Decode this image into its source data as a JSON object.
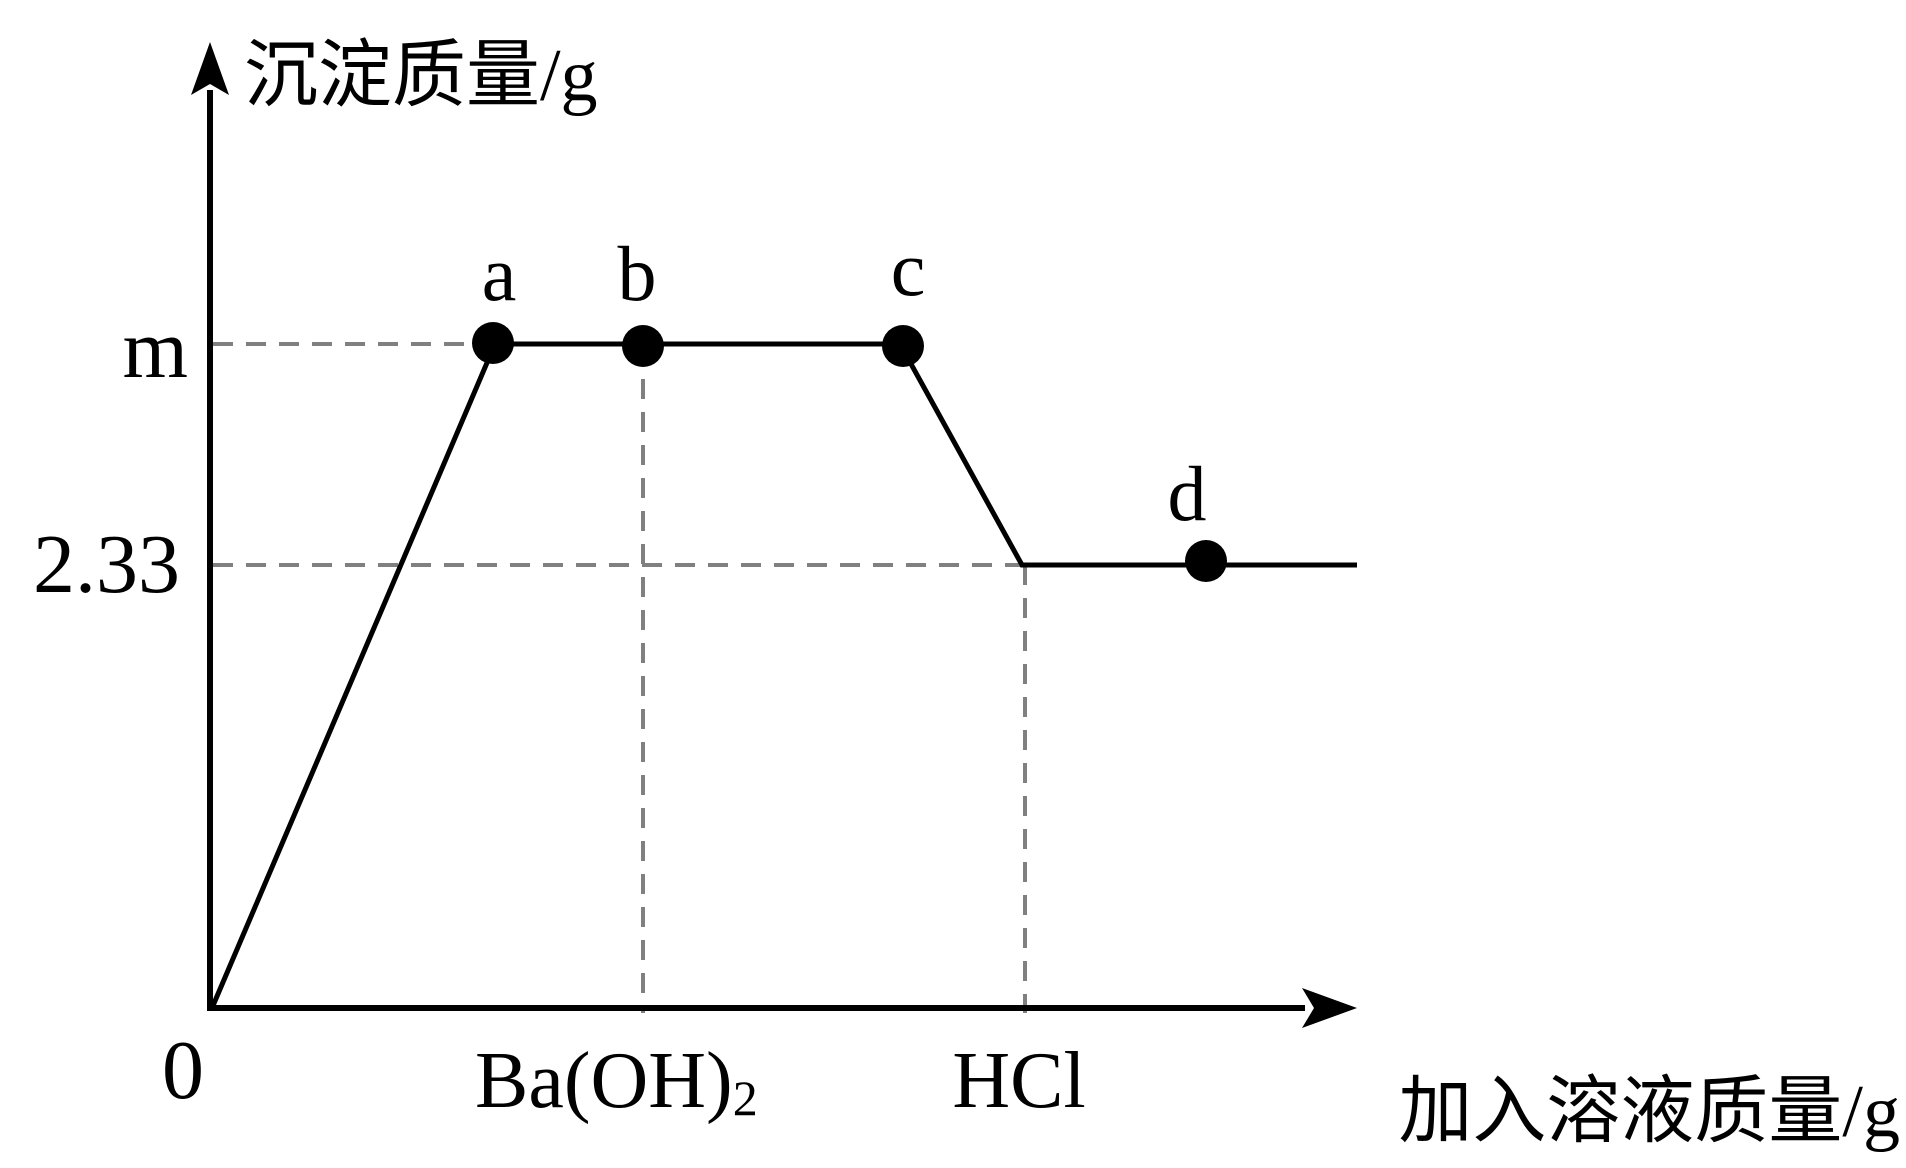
{
  "chart_data": {
    "type": "line",
    "ylabel": "沉淀质量/g",
    "xlabel": "加入溶液质量/g",
    "origin_label": "0",
    "y_ticks": [
      {
        "label": "m",
        "value": "m"
      },
      {
        "label": "2.33",
        "value": 2.33
      }
    ],
    "x_markers": [
      {
        "label": "Ba(OH)",
        "subscript": "2",
        "at_point": "b"
      },
      {
        "label": "HCl",
        "at_point": "end_of_drop"
      }
    ],
    "points": [
      {
        "label": "a",
        "y": "m"
      },
      {
        "label": "b",
        "y": "m"
      },
      {
        "label": "c",
        "y": "m"
      },
      {
        "label": "d",
        "y": 2.33
      }
    ],
    "segments": [
      {
        "from": "0",
        "to": "a",
        "trend": "rising"
      },
      {
        "from": "a",
        "to": "c",
        "trend": "flat at m"
      },
      {
        "from": "c",
        "to": "end_of_drop",
        "trend": "falling to 2.33"
      },
      {
        "from": "end_of_drop",
        "to": "d",
        "trend": "flat at 2.33"
      }
    ],
    "grid": false,
    "legend": "none"
  },
  "colors": {
    "axis": "#000000",
    "curve": "#000000",
    "guide": "#808080",
    "point": "#000000"
  }
}
